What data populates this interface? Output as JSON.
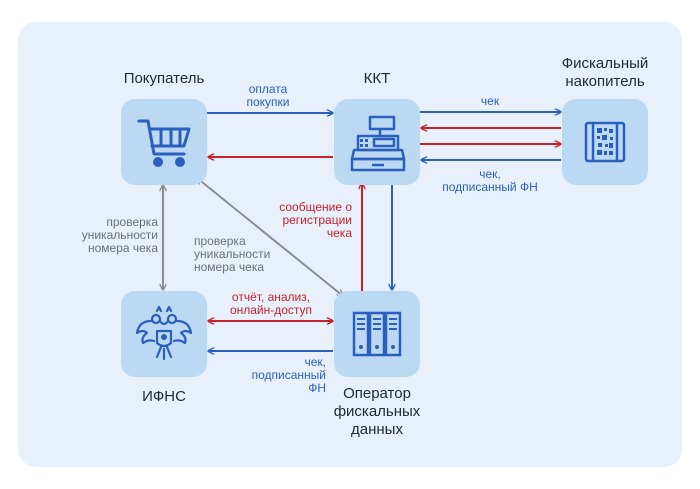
{
  "nodes": {
    "buyer": "Покупатель",
    "kkt": "ККТ",
    "fn": "Фискальный\nнакопитель",
    "ifns": "ИФНС",
    "ofd": "Оператор\nфискальных\nданных"
  },
  "labels": {
    "payment": "оплата\nпокупки",
    "receipt_to_fn": "чек",
    "signed_from_fn": "чек,\nподписанный ФН",
    "registration_msg": "сообщение о\nрегистрации\nчека",
    "check_unique_left": "проверка\nуникальности\nномера чека",
    "check_unique_diag": "проверка\nуникальности\nномера чека",
    "report_access": "отчёт, анализ,\nонлайн-доступ",
    "signed_to_ifns": "чек,\nподписанный\nФН"
  },
  "colors": {
    "blue": "#2c5fbd",
    "red": "#c8202a",
    "gray": "#8a8d92",
    "node_fill": "#bcd9f3",
    "panel": "#e8f1fb"
  }
}
